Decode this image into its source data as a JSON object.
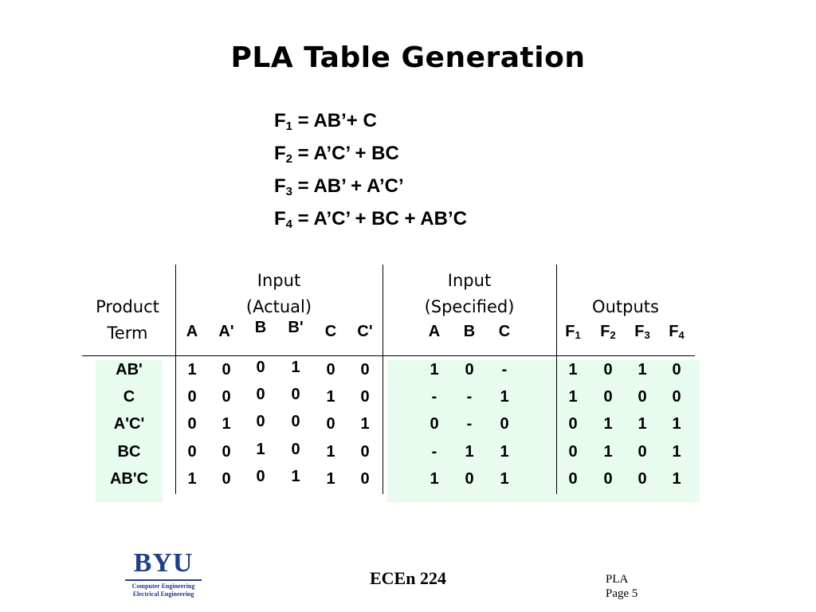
{
  "title": "PLA Table Generation",
  "equations": [
    {
      "lhs": "F",
      "sub": "1",
      "rhs": " = AB’+ C"
    },
    {
      "lhs": "F",
      "sub": "2",
      "rhs": " = A’C’ + BC"
    },
    {
      "lhs": "F",
      "sub": "3",
      "rhs": " = AB’ + A’C’"
    },
    {
      "lhs": "F",
      "sub": "4",
      "rhs": " = A’C’ + BC + AB’C"
    }
  ],
  "headers": {
    "product_line1": "Product",
    "product_line2": "Term",
    "input_actual_line1": "Input",
    "input_actual_line2": "(Actual)",
    "input_specified_line1": "Input",
    "input_specified_line2": "(Specified)",
    "outputs": "Outputs"
  },
  "actual_cols": [
    "A",
    "A'",
    "B",
    "B'",
    "C",
    "C'"
  ],
  "specified_cols": [
    "A",
    "B",
    "C"
  ],
  "output_cols": [
    {
      "name": "F",
      "sub": "1"
    },
    {
      "name": "F",
      "sub": "2"
    },
    {
      "name": "F",
      "sub": "3"
    },
    {
      "name": "F",
      "sub": "4"
    }
  ],
  "rows": [
    {
      "term": "AB'",
      "actual": [
        "1",
        "0",
        "0",
        "1",
        "0",
        "0"
      ],
      "specified": [
        "1",
        "0",
        "-"
      ],
      "outputs": [
        "1",
        "0",
        "1",
        "0"
      ]
    },
    {
      "term": "C",
      "actual": [
        "0",
        "0",
        "0",
        "0",
        "1",
        "0"
      ],
      "specified": [
        "-",
        "-",
        "1"
      ],
      "outputs": [
        "1",
        "0",
        "0",
        "0"
      ]
    },
    {
      "term": "A'C'",
      "actual": [
        "0",
        "1",
        "0",
        "0",
        "0",
        "1"
      ],
      "specified": [
        "0",
        "-",
        "0"
      ],
      "outputs": [
        "0",
        "1",
        "1",
        "1"
      ]
    },
    {
      "term": "BC",
      "actual": [
        "0",
        "0",
        "1",
        "0",
        "1",
        "0"
      ],
      "specified": [
        "-",
        "1",
        "1"
      ],
      "outputs": [
        "0",
        "1",
        "0",
        "1"
      ]
    },
    {
      "term": "AB'C",
      "actual": [
        "1",
        "0",
        "0",
        "1",
        "1",
        "0"
      ],
      "specified": [
        "1",
        "0",
        "1"
      ],
      "outputs": [
        "0",
        "0",
        "0",
        "1"
      ]
    }
  ],
  "footer": {
    "logo_text": "BYU",
    "logo_line1": "Computer Engineering",
    "logo_line2": "Electrical Engineering",
    "course": "ECEn 224",
    "section": "PLA",
    "page": "Page 5"
  },
  "colors": {
    "highlight": "#e7fbee",
    "logo_blue": "#1f3f86"
  }
}
